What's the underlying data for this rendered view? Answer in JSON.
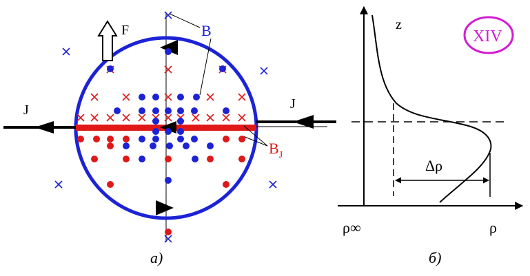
{
  "left_panel": {
    "label_F": "F",
    "label_B": "B",
    "label_J_left": "J",
    "label_J_right": "J",
    "label_BJ_main": "B",
    "label_BJ_sub": "J",
    "caption": "а)",
    "colors": {
      "field_lines": "#1c22d6",
      "blue_marks": "#1c22d6",
      "red_marks": "#e01818",
      "black": "#000000"
    }
  },
  "right_panel": {
    "label_z": "z",
    "label_rho_inf": "ρ∞",
    "label_rho": "ρ",
    "label_delta_rho": "Δρ",
    "badge": "XIV",
    "caption": "б)",
    "colors": {
      "badge": "#d21cd2",
      "curve": "#000000"
    }
  }
}
